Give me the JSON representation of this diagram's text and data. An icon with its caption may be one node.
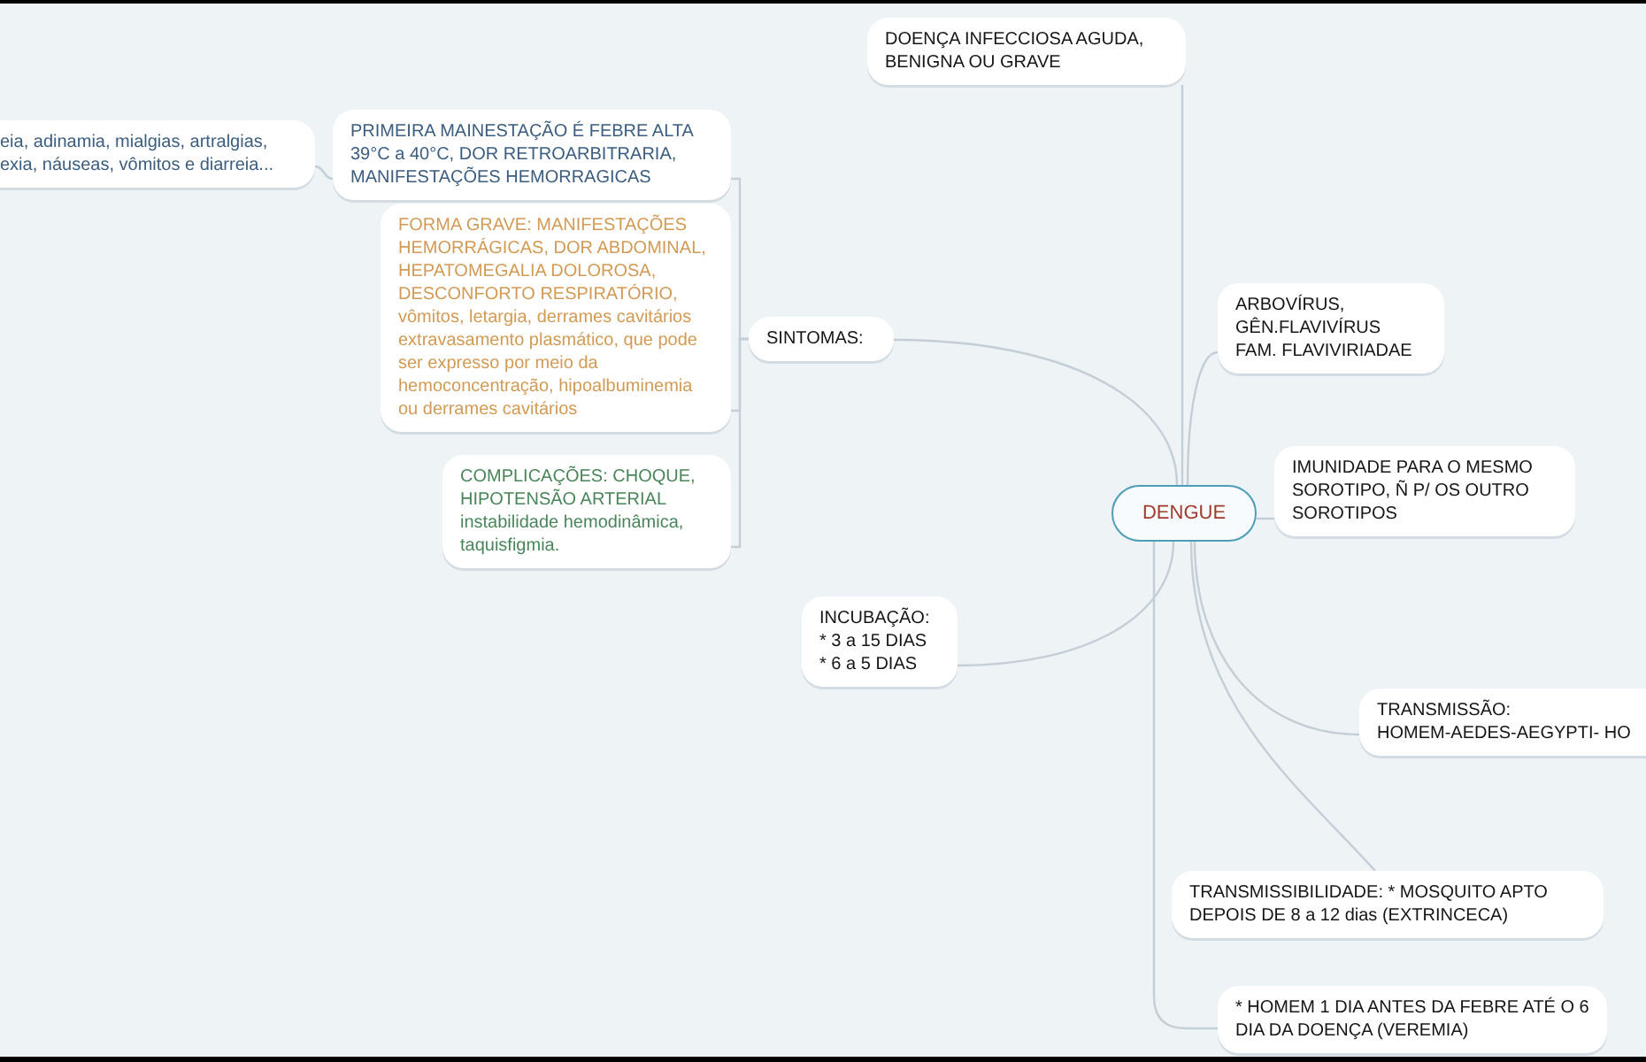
{
  "diagram": {
    "nodes": [
      {
        "text": [
          "DENGUE"
        ]
      },
      {
        "text": [
          "DOENÇA INFECCIOSA AGUDA, BENIGNA OU GRAVE"
        ]
      },
      {
        "text": [
          "ARBOVÍRUS,",
          "GÊN.FLAVIVÍRUS",
          "FAM. FLAVIVIRIADAE"
        ]
      },
      {
        "text": [
          "IMUNIDADE PARA O MESMO SOROTIPO, Ñ P/ OS OUTRO SOROTIPOS"
        ]
      },
      {
        "text": [
          "TRANSMISSÃO:",
          "HOMEM-AEDES-AEGYPTI- HO"
        ]
      },
      {
        "text": [
          "TRANSMISSIBILIDADE: * MOSQUITO APTO DEPOIS DE 8 a 12 dias (EXTRINCECA)"
        ]
      },
      {
        "text": [
          "* HOMEM 1 DIA ANTES DA FEBRE ATÉ O 6 DIA DA DOENÇA (VEREMIA)"
        ]
      },
      {
        "text": [
          "SINTOMAS:"
        ]
      },
      {
        "text": [
          "PRIMEIRA MAINESTAÇÃO É FEBRE ALTA 39°C a 40°C, DOR RETROARBITRARIA, MANIFESTAÇÕES HEMORRAGICAS"
        ]
      },
      {
        "text": [
          "eia, adinamia, mialgias, artralgias, exia, náuseas, vômitos e diarreia..."
        ]
      },
      {
        "text": [
          "FORMA GRAVE: MANIFESTAÇÕES HEMORRÁGICAS, DOR ABDOMINAL, HEPATOMEGALIA DOLOROSA, DESCONFORTO RESPIRATÓRIO, vômitos, letargia, derrames cavitários extravasamento plasmático, que pode ser expresso por meio da hemoconcentração, hipoalbuminemia ou derrames cavitários"
        ]
      },
      {
        "text": [
          "COMPLICAÇÕES: CHOQUE, HIPOTENSÃO ARTERIAL instabilidade hemodinâmica, taquisfigmia."
        ]
      },
      {
        "text": [
          "INCUBAÇÃO:",
          "* 3 a 15 DIAS",
          "* 6 a 5 DIAS"
        ]
      }
    ],
    "edges": [
      {
        "from": 0,
        "to": 1,
        "arrow": "none"
      },
      {
        "from": 0,
        "to": 2,
        "arrow": "none"
      },
      {
        "from": 0,
        "to": 3,
        "arrow": "none"
      },
      {
        "from": 0,
        "to": 4,
        "arrow": "none"
      },
      {
        "from": 0,
        "to": 5,
        "arrow": "none"
      },
      {
        "from": 0,
        "to": 6,
        "arrow": "none"
      },
      {
        "from": 0,
        "to": 7,
        "arrow": "none"
      },
      {
        "from": 0,
        "to": 12,
        "arrow": "none"
      },
      {
        "from": 7,
        "to": 8,
        "arrow": "none"
      },
      {
        "from": 7,
        "to": 10,
        "arrow": "none"
      },
      {
        "from": 7,
        "to": 11,
        "arrow": "none"
      },
      {
        "from": 8,
        "to": 9,
        "arrow": "none"
      }
    ]
  }
}
